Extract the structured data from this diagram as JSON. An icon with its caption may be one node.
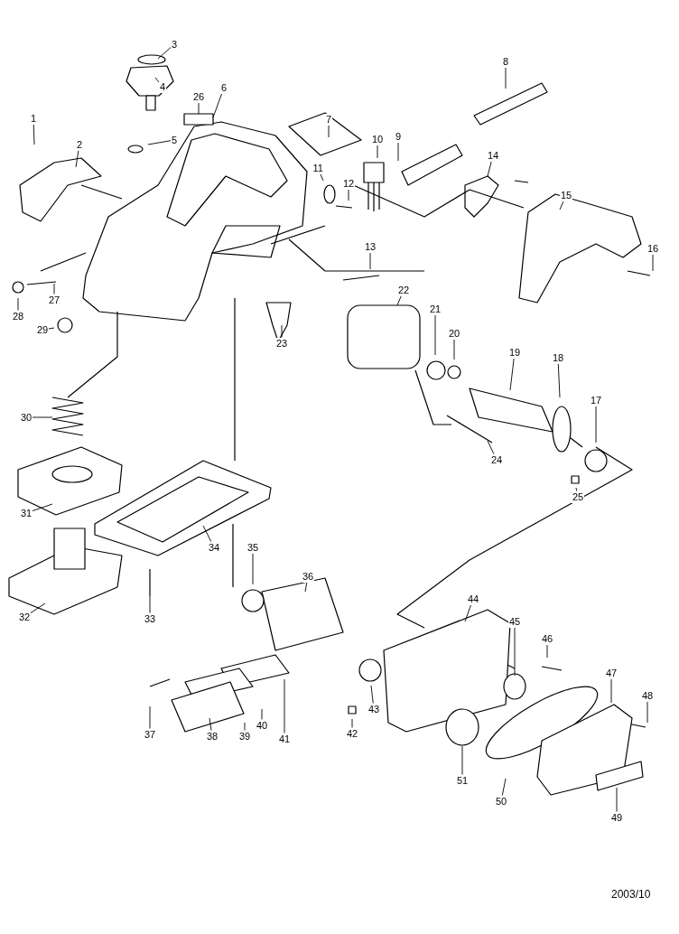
{
  "diagram": {
    "nodes": [
      {
        "text": [
          "1"
        ]
      },
      {
        "text": [
          "2"
        ]
      },
      {
        "text": [
          "3"
        ]
      },
      {
        "text": [
          "4"
        ]
      },
      {
        "text": [
          "5"
        ]
      },
      {
        "text": [
          "6"
        ]
      },
      {
        "text": [
          "7"
        ]
      },
      {
        "text": [
          "8"
        ]
      },
      {
        "text": [
          "9"
        ]
      },
      {
        "text": [
          "10"
        ]
      },
      {
        "text": [
          "11"
        ]
      },
      {
        "text": [
          "12"
        ]
      },
      {
        "text": [
          "13"
        ]
      },
      {
        "text": [
          "14"
        ]
      },
      {
        "text": [
          "15"
        ]
      },
      {
        "text": [
          "16"
        ]
      },
      {
        "text": [
          "17"
        ]
      },
      {
        "text": [
          "18"
        ]
      },
      {
        "text": [
          "19"
        ]
      },
      {
        "text": [
          "20"
        ]
      },
      {
        "text": [
          "21"
        ]
      },
      {
        "text": [
          "22"
        ]
      },
      {
        "text": [
          "23"
        ]
      },
      {
        "text": [
          "24"
        ]
      },
      {
        "text": [
          "25"
        ]
      },
      {
        "text": [
          "26"
        ]
      },
      {
        "text": [
          "27"
        ]
      },
      {
        "text": [
          "28"
        ]
      },
      {
        "text": [
          "29"
        ]
      },
      {
        "text": [
          "30"
        ]
      },
      {
        "text": [
          "31"
        ]
      },
      {
        "text": [
          "32"
        ]
      },
      {
        "text": [
          "33"
        ]
      },
      {
        "text": [
          "34"
        ]
      },
      {
        "text": [
          "35"
        ]
      },
      {
        "text": [
          "36"
        ]
      },
      {
        "text": [
          "37"
        ]
      },
      {
        "text": [
          "38"
        ]
      },
      {
        "text": [
          "39"
        ]
      },
      {
        "text": [
          "40"
        ]
      },
      {
        "text": [
          "41"
        ]
      },
      {
        "text": [
          "42"
        ]
      },
      {
        "text": [
          "43"
        ]
      },
      {
        "text": [
          "44"
        ]
      },
      {
        "text": [
          "45"
        ]
      },
      {
        "text": [
          "46"
        ]
      },
      {
        "text": [
          "47"
        ]
      },
      {
        "text": [
          "48"
        ]
      },
      {
        "text": [
          "49"
        ]
      },
      {
        "text": [
          "50"
        ]
      },
      {
        "text": [
          "51"
        ]
      }
    ],
    "edges": [
      {
        "from": 0,
        "to": null,
        "arrow": "none"
      },
      {
        "from": 1,
        "to": null,
        "arrow": "none"
      },
      {
        "from": 2,
        "to": null,
        "arrow": "none"
      },
      {
        "from": 3,
        "to": null,
        "arrow": "none"
      },
      {
        "from": 4,
        "to": null,
        "arrow": "none"
      },
      {
        "from": 5,
        "to": null,
        "arrow": "none"
      },
      {
        "from": 6,
        "to": null,
        "arrow": "none"
      },
      {
        "from": 7,
        "to": null,
        "arrow": "none"
      },
      {
        "from": 8,
        "to": null,
        "arrow": "none"
      },
      {
        "from": 9,
        "to": null,
        "arrow": "none"
      },
      {
        "from": 10,
        "to": null,
        "arrow": "none"
      },
      {
        "from": 11,
        "to": null,
        "arrow": "none"
      },
      {
        "from": 12,
        "to": null,
        "arrow": "none"
      },
      {
        "from": 13,
        "to": null,
        "arrow": "none"
      },
      {
        "from": 14,
        "to": null,
        "arrow": "none"
      },
      {
        "from": 15,
        "to": null,
        "arrow": "none"
      },
      {
        "from": 16,
        "to": null,
        "arrow": "none"
      },
      {
        "from": 17,
        "to": null,
        "arrow": "none"
      },
      {
        "from": 18,
        "to": null,
        "arrow": "none"
      },
      {
        "from": 19,
        "to": null,
        "arrow": "none"
      },
      {
        "from": 20,
        "to": null,
        "arrow": "none"
      },
      {
        "from": 21,
        "to": null,
        "arrow": "none"
      },
      {
        "from": 22,
        "to": null,
        "arrow": "none"
      },
      {
        "from": 23,
        "to": null,
        "arrow": "none"
      },
      {
        "from": 24,
        "to": null,
        "arrow": "none"
      },
      {
        "from": 25,
        "to": null,
        "arrow": "none"
      },
      {
        "from": 26,
        "to": null,
        "arrow": "none"
      },
      {
        "from": 27,
        "to": null,
        "arrow": "none"
      },
      {
        "from": 28,
        "to": null,
        "arrow": "none"
      },
      {
        "from": 29,
        "to": null,
        "arrow": "none"
      },
      {
        "from": 30,
        "to": null,
        "arrow": "none"
      },
      {
        "from": 31,
        "to": null,
        "arrow": "none"
      },
      {
        "from": 32,
        "to": null,
        "arrow": "none"
      },
      {
        "from": 33,
        "to": null,
        "arrow": "none"
      },
      {
        "from": 34,
        "to": null,
        "arrow": "none"
      },
      {
        "from": 35,
        "to": null,
        "arrow": "none"
      },
      {
        "from": 36,
        "to": null,
        "arrow": "none"
      },
      {
        "from": 37,
        "to": null,
        "arrow": "none"
      },
      {
        "from": 38,
        "to": null,
        "arrow": "none"
      },
      {
        "from": 39,
        "to": null,
        "arrow": "none"
      },
      {
        "from": 40,
        "to": null,
        "arrow": "none"
      },
      {
        "from": 41,
        "to": null,
        "arrow": "none"
      },
      {
        "from": 42,
        "to": null,
        "arrow": "none"
      },
      {
        "from": 43,
        "to": null,
        "arrow": "none"
      },
      {
        "from": 44,
        "to": null,
        "arrow": "none"
      },
      {
        "from": 45,
        "to": null,
        "arrow": "none"
      },
      {
        "from": 46,
        "to": null,
        "arrow": "none"
      },
      {
        "from": 47,
        "to": null,
        "arrow": "none"
      },
      {
        "from": 48,
        "to": null,
        "arrow": "none"
      },
      {
        "from": 49,
        "to": null,
        "arrow": "none"
      },
      {
        "from": 50,
        "to": null,
        "arrow": "none"
      }
    ],
    "labels": [
      "2003/10"
    ]
  }
}
